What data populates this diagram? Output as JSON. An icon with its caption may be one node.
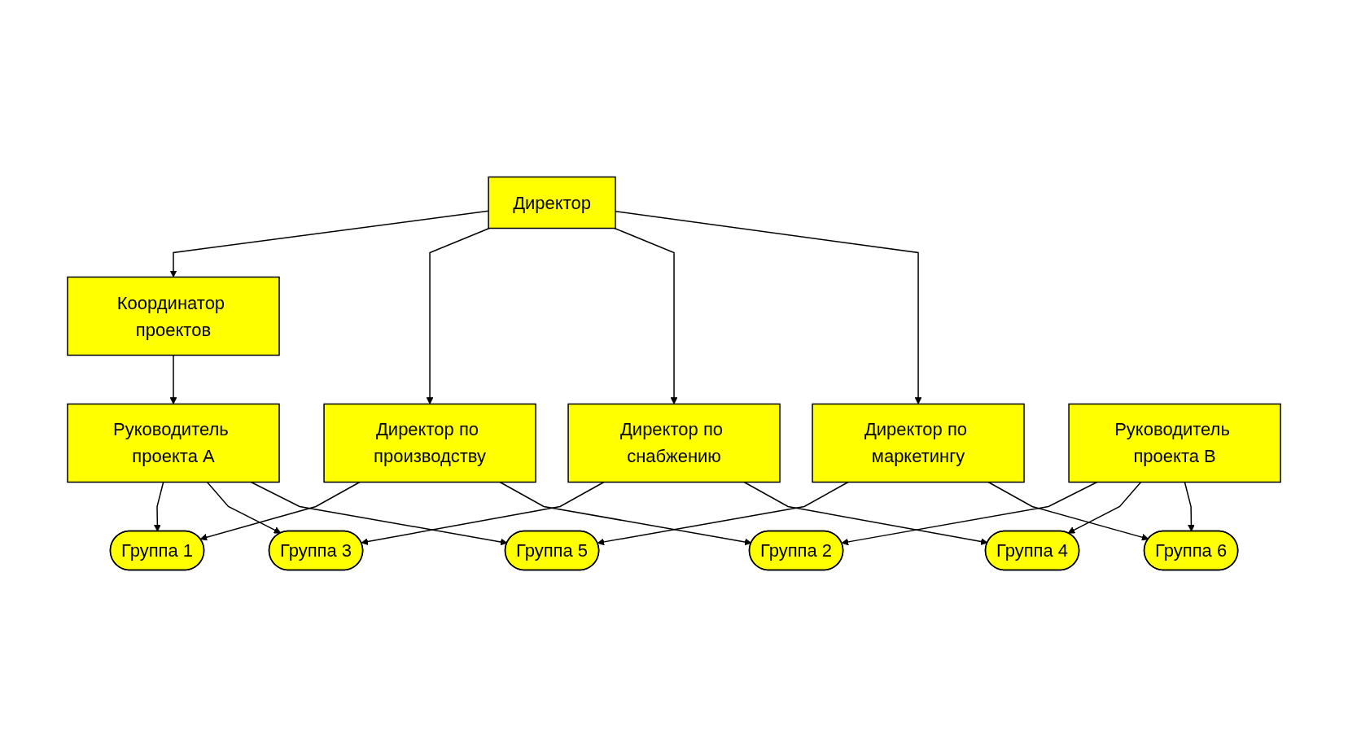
{
  "diagram": {
    "nodes": [
      {
        "text": [
          "Директор"
        ]
      },
      {
        "text": [
          "Координатор проектов"
        ]
      },
      {
        "text": [
          "Директор по производству"
        ]
      },
      {
        "text": [
          "Директор по снабжению"
        ]
      },
      {
        "text": [
          "Директор по маркетингу"
        ]
      },
      {
        "text": [
          "Группа 1"
        ]
      },
      {
        "text": [
          "Группа 3"
        ]
      },
      {
        "text": [
          "Группа 5"
        ]
      },
      {
        "text": [
          "Руководитель проекта А"
        ]
      },
      {
        "text": [
          "Группа 2"
        ]
      },
      {
        "text": [
          "Группа 4"
        ]
      },
      {
        "text": [
          "Группа 6"
        ]
      },
      {
        "text": [
          "Руководитель проекта В"
        ]
      }
    ],
    "edges": [
      {
        "from": 0,
        "to": 1,
        "arrow": "to"
      },
      {
        "from": 0,
        "to": 2,
        "arrow": "to"
      },
      {
        "from": 0,
        "to": 3,
        "arrow": "to"
      },
      {
        "from": 0,
        "to": 4,
        "arrow": "to"
      },
      {
        "from": 1,
        "to": 8,
        "arrow": "to"
      },
      {
        "from": 2,
        "to": 5,
        "arrow": "to"
      },
      {
        "from": 2,
        "to": 9,
        "arrow": "to"
      },
      {
        "from": 3,
        "to": 6,
        "arrow": "to"
      },
      {
        "from": 3,
        "to": 10,
        "arrow": "to"
      },
      {
        "from": 4,
        "to": 7,
        "arrow": "to"
      },
      {
        "from": 4,
        "to": 11,
        "arrow": "to"
      },
      {
        "from": 8,
        "to": 5,
        "arrow": "to"
      },
      {
        "from": 8,
        "to": 6,
        "arrow": "to"
      },
      {
        "from": 8,
        "to": 7,
        "arrow": "to"
      },
      {
        "from": 12,
        "to": 9,
        "arrow": "to"
      },
      {
        "from": 12,
        "to": 10,
        "arrow": "to"
      },
      {
        "from": 12,
        "to": 11,
        "arrow": "to"
      }
    ]
  }
}
